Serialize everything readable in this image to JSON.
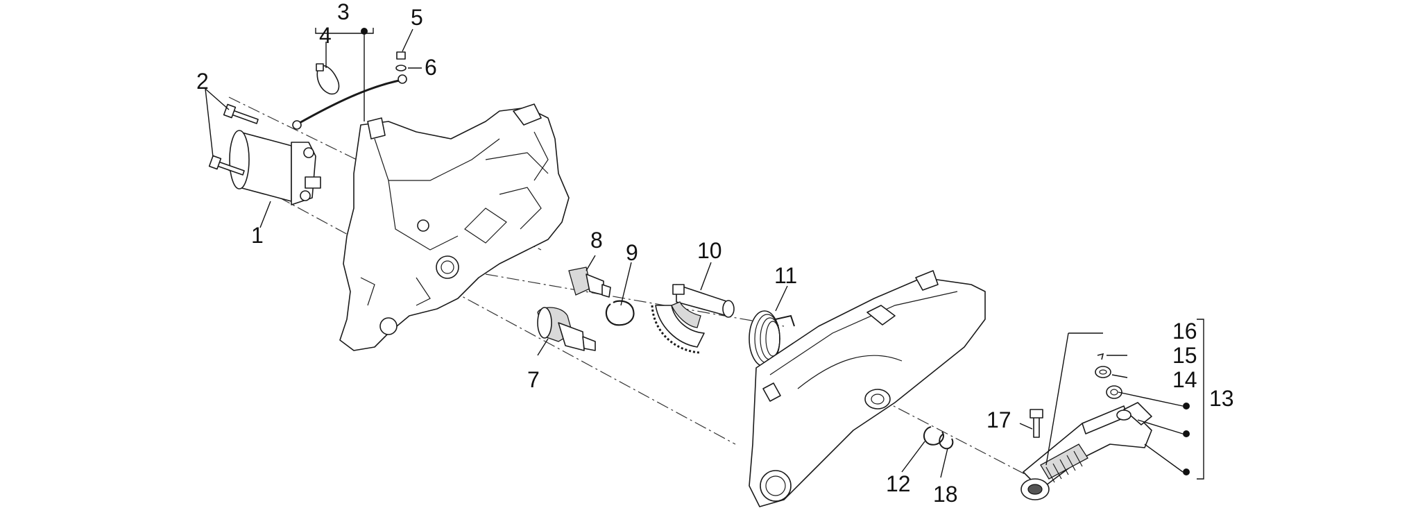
{
  "diagram": {
    "callouts": [
      {
        "id": "1",
        "text": "1"
      },
      {
        "id": "2",
        "text": "2"
      },
      {
        "id": "3",
        "text": "3"
      },
      {
        "id": "4",
        "text": "4"
      },
      {
        "id": "5",
        "text": "5"
      },
      {
        "id": "6",
        "text": "6"
      },
      {
        "id": "7",
        "text": "7"
      },
      {
        "id": "8",
        "text": "8"
      },
      {
        "id": "9",
        "text": "9"
      },
      {
        "id": "10",
        "text": "10"
      },
      {
        "id": "11",
        "text": "11"
      },
      {
        "id": "12",
        "text": "12"
      },
      {
        "id": "13",
        "text": "13"
      },
      {
        "id": "14",
        "text": "14"
      },
      {
        "id": "15",
        "text": "15"
      },
      {
        "id": "16",
        "text": "16"
      },
      {
        "id": "17",
        "text": "17"
      },
      {
        "id": "18",
        "text": "18"
      }
    ],
    "parts": [
      "starter-motor",
      "starter-bolt",
      "ground-cable-assembly",
      "cable-clip",
      "screw",
      "washer",
      "starter-pinion-drive",
      "kick-start-gear",
      "spring-clip",
      "kick-start-sector-gear",
      "return-spring",
      "circlip",
      "kick-start-lever-assembly",
      "washer-small",
      "screw-small",
      "pedal-rubber",
      "lever-bolt",
      "retaining-ring",
      "crankcase",
      "transmission-cover"
    ]
  }
}
